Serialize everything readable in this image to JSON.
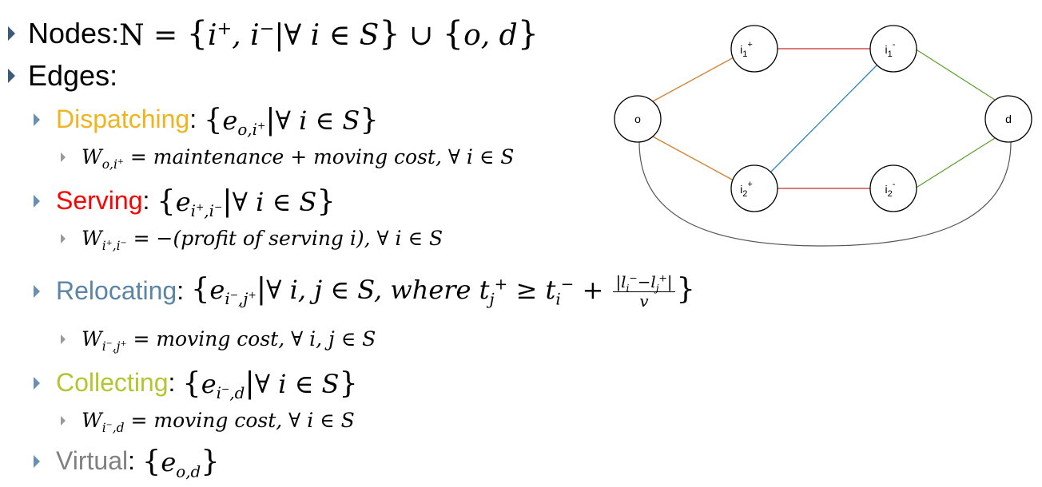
{
  "slide": {
    "nodes_label": "Nodes: ",
    "edges_label": "Edges:",
    "nodes_math": "N = {i⁺, i⁻ | ∀ i ∈ S} ∪ {o, d}",
    "categories": [
      {
        "label": "Dispatching",
        "color": "#f0b41e",
        "edge_set": "{e_{o,i⁺} | ∀ i ∈ S}",
        "weight": "W_{o,i⁺} = maintenance + moving cost, ∀ i ∈ S"
      },
      {
        "label": "Serving",
        "color": "#ff0000",
        "edge_set": "{e_{i⁺,i⁻} | ∀ i ∈ S}",
        "weight": "W_{i⁺,i⁻} = −(profit of serving i), ∀ i ∈ S"
      },
      {
        "label": "Relocating",
        "color": "#5b84a6",
        "edge_set": "{e_{i⁻,j⁺} | ∀ i,j ∈ S, where t_j⁺ ≥ t_i⁻ + |l_i⁻ − l_j⁺| / v}",
        "weight": "W_{i⁻,j⁺} = moving cost, ∀ i,j ∈ S"
      },
      {
        "label": "Collecting",
        "color": "#b5c530",
        "edge_set": "{e_{i⁻,d} | ∀ i ∈ S}",
        "weight": "W_{i⁻,d} = moving cost, ∀ i ∈ S"
      },
      {
        "label": "Virtual",
        "color": "#808080",
        "edge_set": "{e_{o,d}}"
      }
    ]
  },
  "graph": {
    "nodes": [
      {
        "id": "o",
        "label": "o"
      },
      {
        "id": "i1p",
        "base": "i",
        "sub": "1",
        "sup": "+"
      },
      {
        "id": "i1m",
        "base": "i",
        "sub": "1",
        "sup": "-"
      },
      {
        "id": "i2p",
        "base": "i",
        "sub": "2",
        "sup": "+"
      },
      {
        "id": "i2m",
        "base": "i",
        "sub": "2",
        "sup": "-"
      },
      {
        "id": "d",
        "label": "d"
      }
    ],
    "edges": [
      {
        "from": "o",
        "to": "i1p",
        "kind": "dispatching",
        "color": "#d2802e"
      },
      {
        "from": "o",
        "to": "i2p",
        "kind": "dispatching",
        "color": "#d2802e"
      },
      {
        "from": "i1p",
        "to": "i1m",
        "kind": "serving",
        "color": "#cc2a2a"
      },
      {
        "from": "i2p",
        "to": "i2m",
        "kind": "serving",
        "color": "#cc2a2a"
      },
      {
        "from": "i2p",
        "to": "i1m",
        "kind": "relocating",
        "color": "#2e86c1"
      },
      {
        "from": "i1m",
        "to": "d",
        "kind": "collecting",
        "color": "#5aa02c"
      },
      {
        "from": "i2m",
        "to": "d",
        "kind": "collecting",
        "color": "#5aa02c"
      },
      {
        "from": "o",
        "to": "d",
        "kind": "virtual",
        "color": "#555555"
      }
    ]
  }
}
